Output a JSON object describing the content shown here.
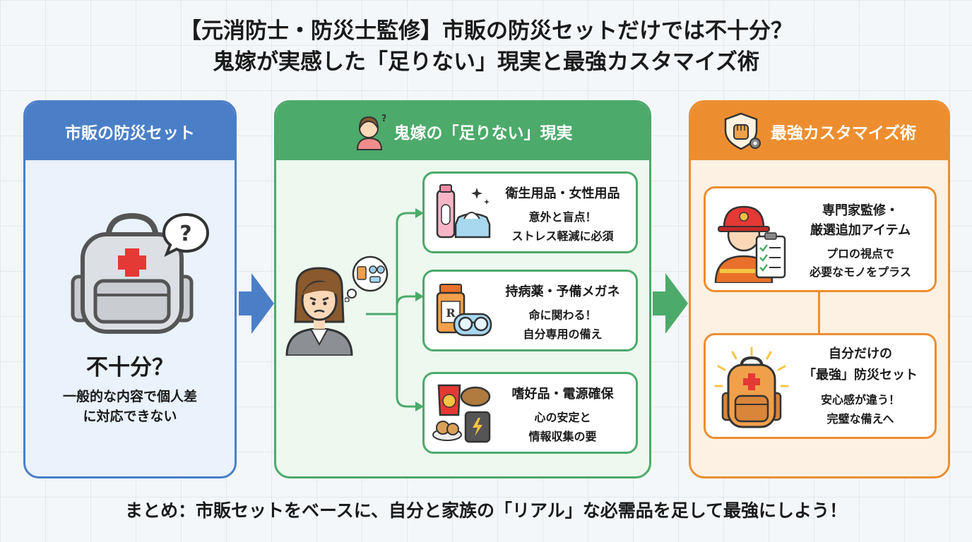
{
  "title": {
    "line1": "【元消防士・防災士監修】市販の防災セットだけでは不十分？",
    "line2": "鬼嫁が実感した「足りない」現実と最強カスタマイズ術"
  },
  "panel_commercial": {
    "header": "市販の防災セット",
    "verdict": "不十分？",
    "desc_line1": "一般的な内容で個人差",
    "desc_line2": "に対応できない",
    "icons": [
      "backpack-icon",
      "question-bubble-icon"
    ]
  },
  "panel_reality": {
    "header": "鬼嫁の「足りない」現実",
    "items": [
      {
        "title": "衛生用品・女性用品",
        "desc_line1": "意外と盲点！",
        "desc_line2": "ストレス軽減に必須",
        "icon": "hygiene-products-icon"
      },
      {
        "title": "持病薬・予備メガネ",
        "desc_line1": "命に関わる！",
        "desc_line2": "自分専用の備え",
        "icon": "medicine-glasses-icon"
      },
      {
        "title": "嗜好品・電源確保",
        "desc_line1": "心の安定と",
        "desc_line2": "情報収集の要",
        "icon": "snacks-battery-icon"
      }
    ]
  },
  "panel_custom": {
    "header": "最強カスタマイズ術",
    "boxes": [
      {
        "title_line1": "専門家監修・",
        "title_line2": "厳選追加アイテム",
        "desc_line1": "プロの視点で",
        "desc_line2": "必要なモノをプラス",
        "icon": "firefighter-checklist-icon"
      },
      {
        "title_line1": "自分だけの",
        "title_line2": "「最強」防災セット",
        "desc_line1": "安心感が違う！",
        "desc_line2": "完璧な備えへ",
        "icon": "shining-backpack-icon"
      }
    ]
  },
  "summary": "まとめ：市販セットをベースに、自分と家族の「リアル」な必需品を足して最強にしよう！",
  "colors": {
    "blue": "#4a7fc8",
    "green": "#4caa6a",
    "orange": "#ec8e30"
  }
}
